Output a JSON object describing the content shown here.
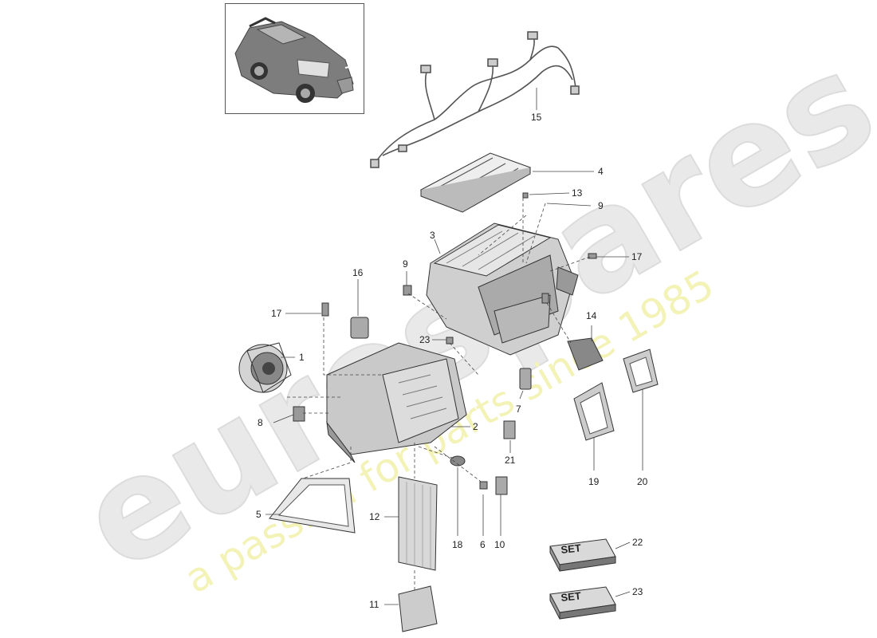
{
  "watermark": {
    "brand": "eurospares",
    "tagline": "a passion for parts since 1985"
  },
  "set_labels": {
    "set_22": "SET",
    "set_23": "SET"
  },
  "callouts": {
    "c1": "1",
    "c2": "2",
    "c3": "3",
    "c4": "4",
    "c5": "5",
    "c6": "6",
    "c7": "7",
    "c8": "8",
    "c9a": "9",
    "c9b": "9",
    "c10": "10",
    "c11": "11",
    "c12": "12",
    "c13": "13",
    "c14": "14",
    "c15": "15",
    "c16": "16",
    "c17a": "17",
    "c17b": "17",
    "c18": "18",
    "c19": "19",
    "c20": "20",
    "c21": "21",
    "c22": "22",
    "c23a": "23",
    "c23b": "23"
  }
}
